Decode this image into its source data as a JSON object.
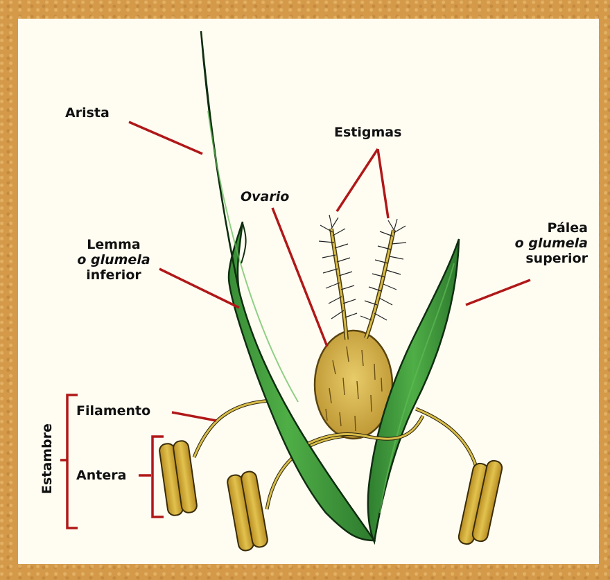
{
  "labels": {
    "arista": "Arista",
    "estigmas": "Estigmas",
    "ovario": "Ovario",
    "lemma_line1": "Lemma",
    "lemma_line2": "o glumela",
    "lemma_line3": "inferior",
    "palea_line1": "Pálea",
    "palea_line2": "o glumela",
    "palea_line3": "superior",
    "filamento": "Filamento",
    "antera": "Antera",
    "estambre": "Estambre"
  },
  "colors": {
    "frame": "#d49a4a",
    "background": "#fffdf2",
    "leader": "#b01818",
    "leaf": "#3e9a3c",
    "ovary": "#d4b24a",
    "anther": "#c9a233"
  }
}
